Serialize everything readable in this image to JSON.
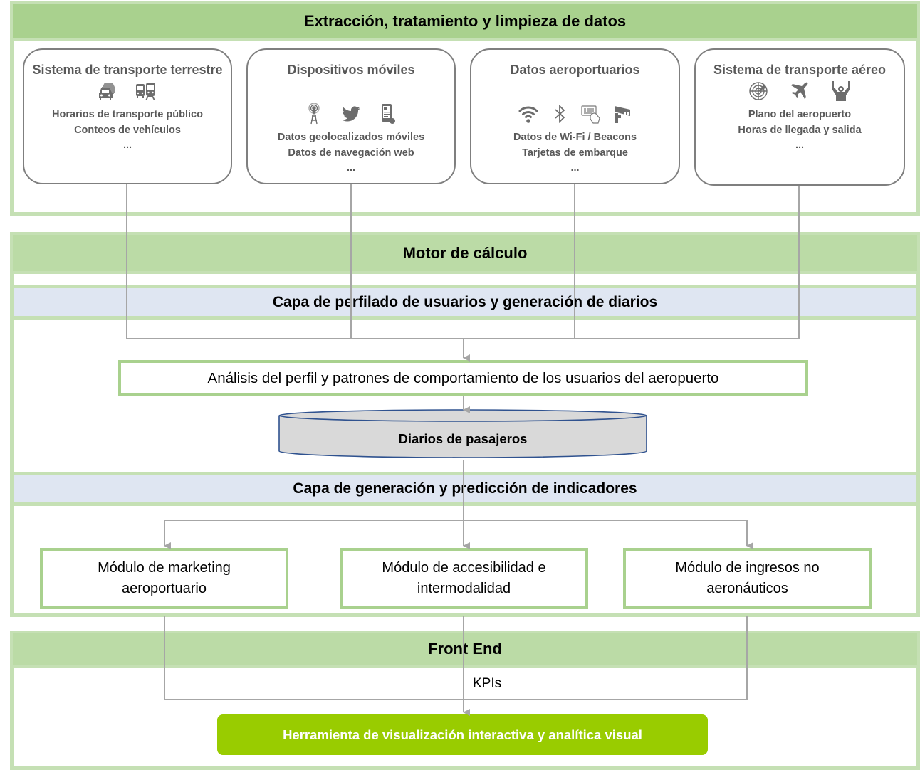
{
  "extraction": {
    "title": "Extracción, tratamiento y limpieza de datos",
    "sources": [
      {
        "title": "Sistema de transporte terrestre",
        "icons": [
          "car-traffic-icon",
          "bus-train-icon"
        ],
        "lines": [
          "Horarios de transporte público",
          "Conteos de vehículos",
          "..."
        ]
      },
      {
        "title": "Dispositivos móviles",
        "icons": [
          "antenna-tower-icon",
          "twitter-bird-icon",
          "mobile-touch-icon"
        ],
        "lines": [
          "Datos geolocalizados móviles",
          "Datos de navegación web",
          "..."
        ]
      },
      {
        "title": "Datos aeroportuarios",
        "icons": [
          "wifi-icon",
          "bluetooth-icon",
          "boarding-card-icon",
          "security-camera-icon"
        ],
        "lines": [
          "Datos de Wi-Fi / Beacons",
          "Tarjetas de embarque",
          "..."
        ]
      },
      {
        "title": "Sistema de transporte aéreo",
        "icons": [
          "radar-icon",
          "airplane-icon",
          "ground-marshaller-icon"
        ],
        "lines": [
          "Plano del aeropuerto",
          "Horas de llegada y salida",
          "..."
        ]
      }
    ]
  },
  "engine": {
    "title": "Motor de cálculo",
    "profiling_layer": "Capa de perfilado de usuarios y generación de diarios",
    "analysis_box": "Análisis del perfil y patrones de comportamiento de los usuarios del aeropuerto",
    "database": "Diarios de pasajeros",
    "indicators_layer": "Capa de generación y predicción de indicadores",
    "modules": [
      {
        "line1": "Módulo de marketing",
        "line2": "aeroportuario"
      },
      {
        "line1": "Módulo de accesibilidad e",
        "line2": "intermodalidad"
      },
      {
        "line1": "Módulo de ingresos no",
        "line2": "aeronáuticos"
      }
    ]
  },
  "frontend": {
    "title": "Front End",
    "kpi_label": "KPIs",
    "tool": "Herramienta de visualización  interactiva y analítica visual"
  },
  "colors": {
    "band_green": "#a9d18e",
    "panel_border": "#c5e0b4",
    "band_blue": "#dfe6f2",
    "tool_green": "#99cc00",
    "connector_gray": "#a6a6a6",
    "db_fill": "#d9d9d9",
    "db_outline": "#2f528f"
  }
}
